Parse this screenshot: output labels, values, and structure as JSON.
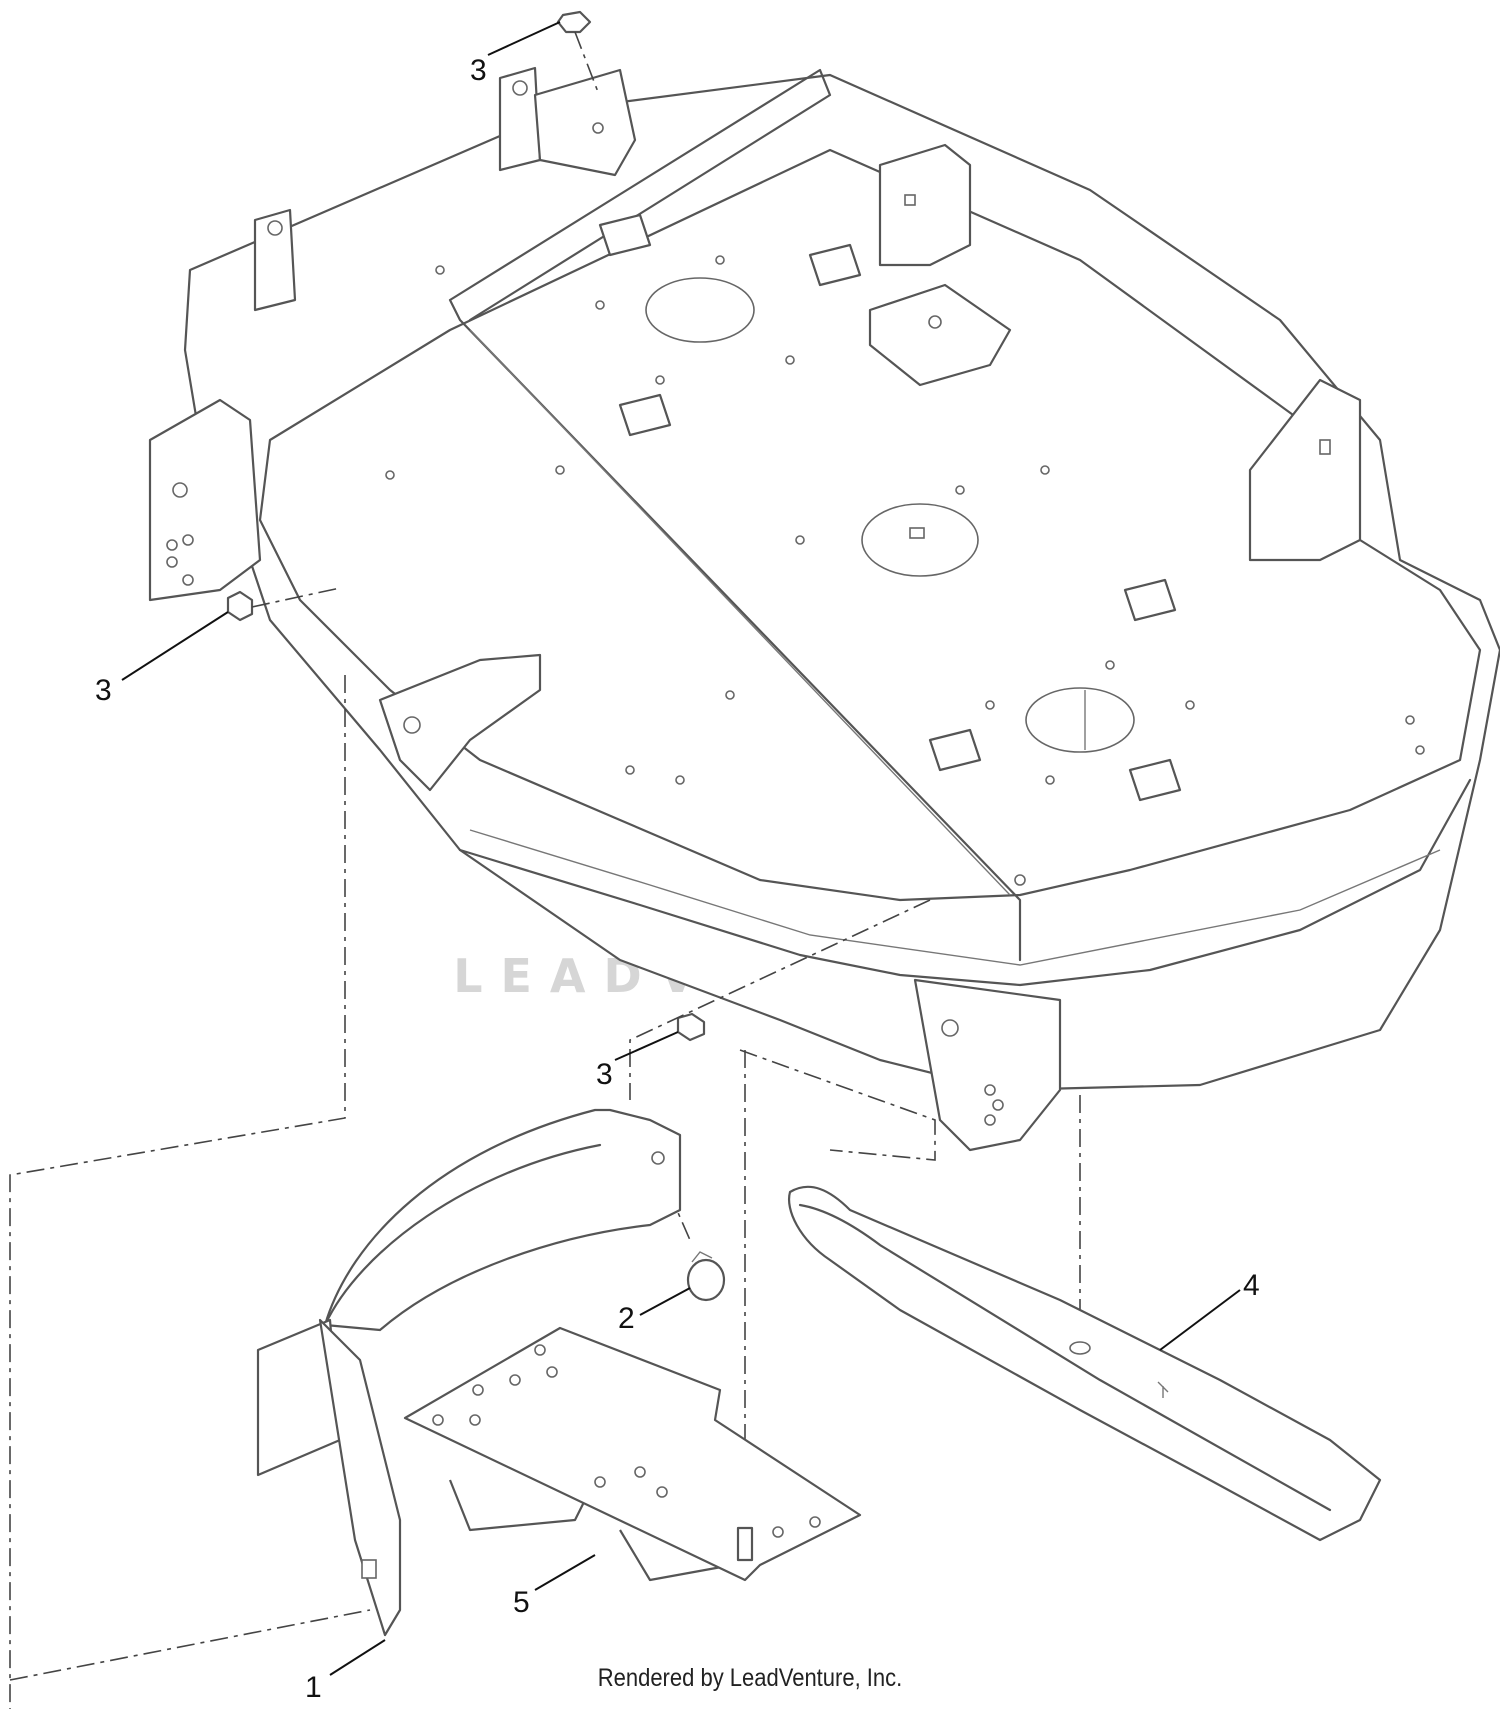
{
  "callouts": [
    {
      "id": "c3a",
      "label": "3"
    },
    {
      "id": "c3b",
      "label": "3"
    },
    {
      "id": "c3c",
      "label": "3"
    },
    {
      "id": "c2",
      "label": "2"
    },
    {
      "id": "c4",
      "label": "4"
    },
    {
      "id": "c5",
      "label": "5"
    },
    {
      "id": "c1",
      "label": "1"
    }
  ],
  "watermark": {
    "text": "LEADVENTURE",
    "logo": "flame-v-logo"
  },
  "footer": {
    "text": "Rendered by LeadVenture, Inc."
  },
  "colors": {
    "line": "#555555",
    "text": "#111111",
    "watermark": "#d6d6d6"
  }
}
